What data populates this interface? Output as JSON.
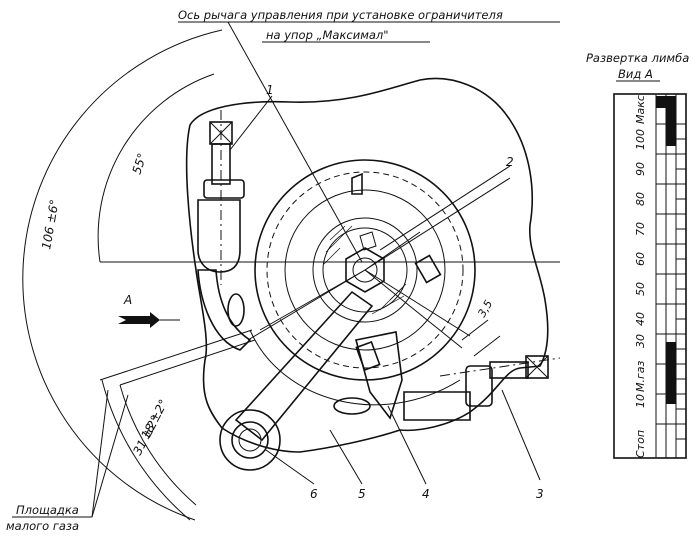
{
  "annotations": {
    "lever_axis_line1": "Ось рычага управления при установке ограничителя",
    "lever_axis_line2": "на упор „Максимал\"",
    "dial_title": "Развертка лимба",
    "view_label": "Вид А",
    "angle_106": "106 ±6°",
    "angle_55": "55°",
    "angle_18": "18 ±2°",
    "angle_31": "31 ±2°",
    "dim_3_5": "3,5",
    "view_arrow": "А",
    "idle_platform_line1": "Площадка",
    "idle_platform_line2": "малого газа"
  },
  "callouts": [
    "1",
    "2",
    "3",
    "4",
    "5",
    "6"
  ],
  "dial_scale": {
    "labels": [
      "Стоп",
      "10",
      "М.газ",
      "30",
      "40",
      "50",
      "60",
      "70",
      "80",
      "90",
      "100",
      "Макс"
    ]
  },
  "colors": {
    "ink": "#111111",
    "paper": "#ffffff"
  }
}
